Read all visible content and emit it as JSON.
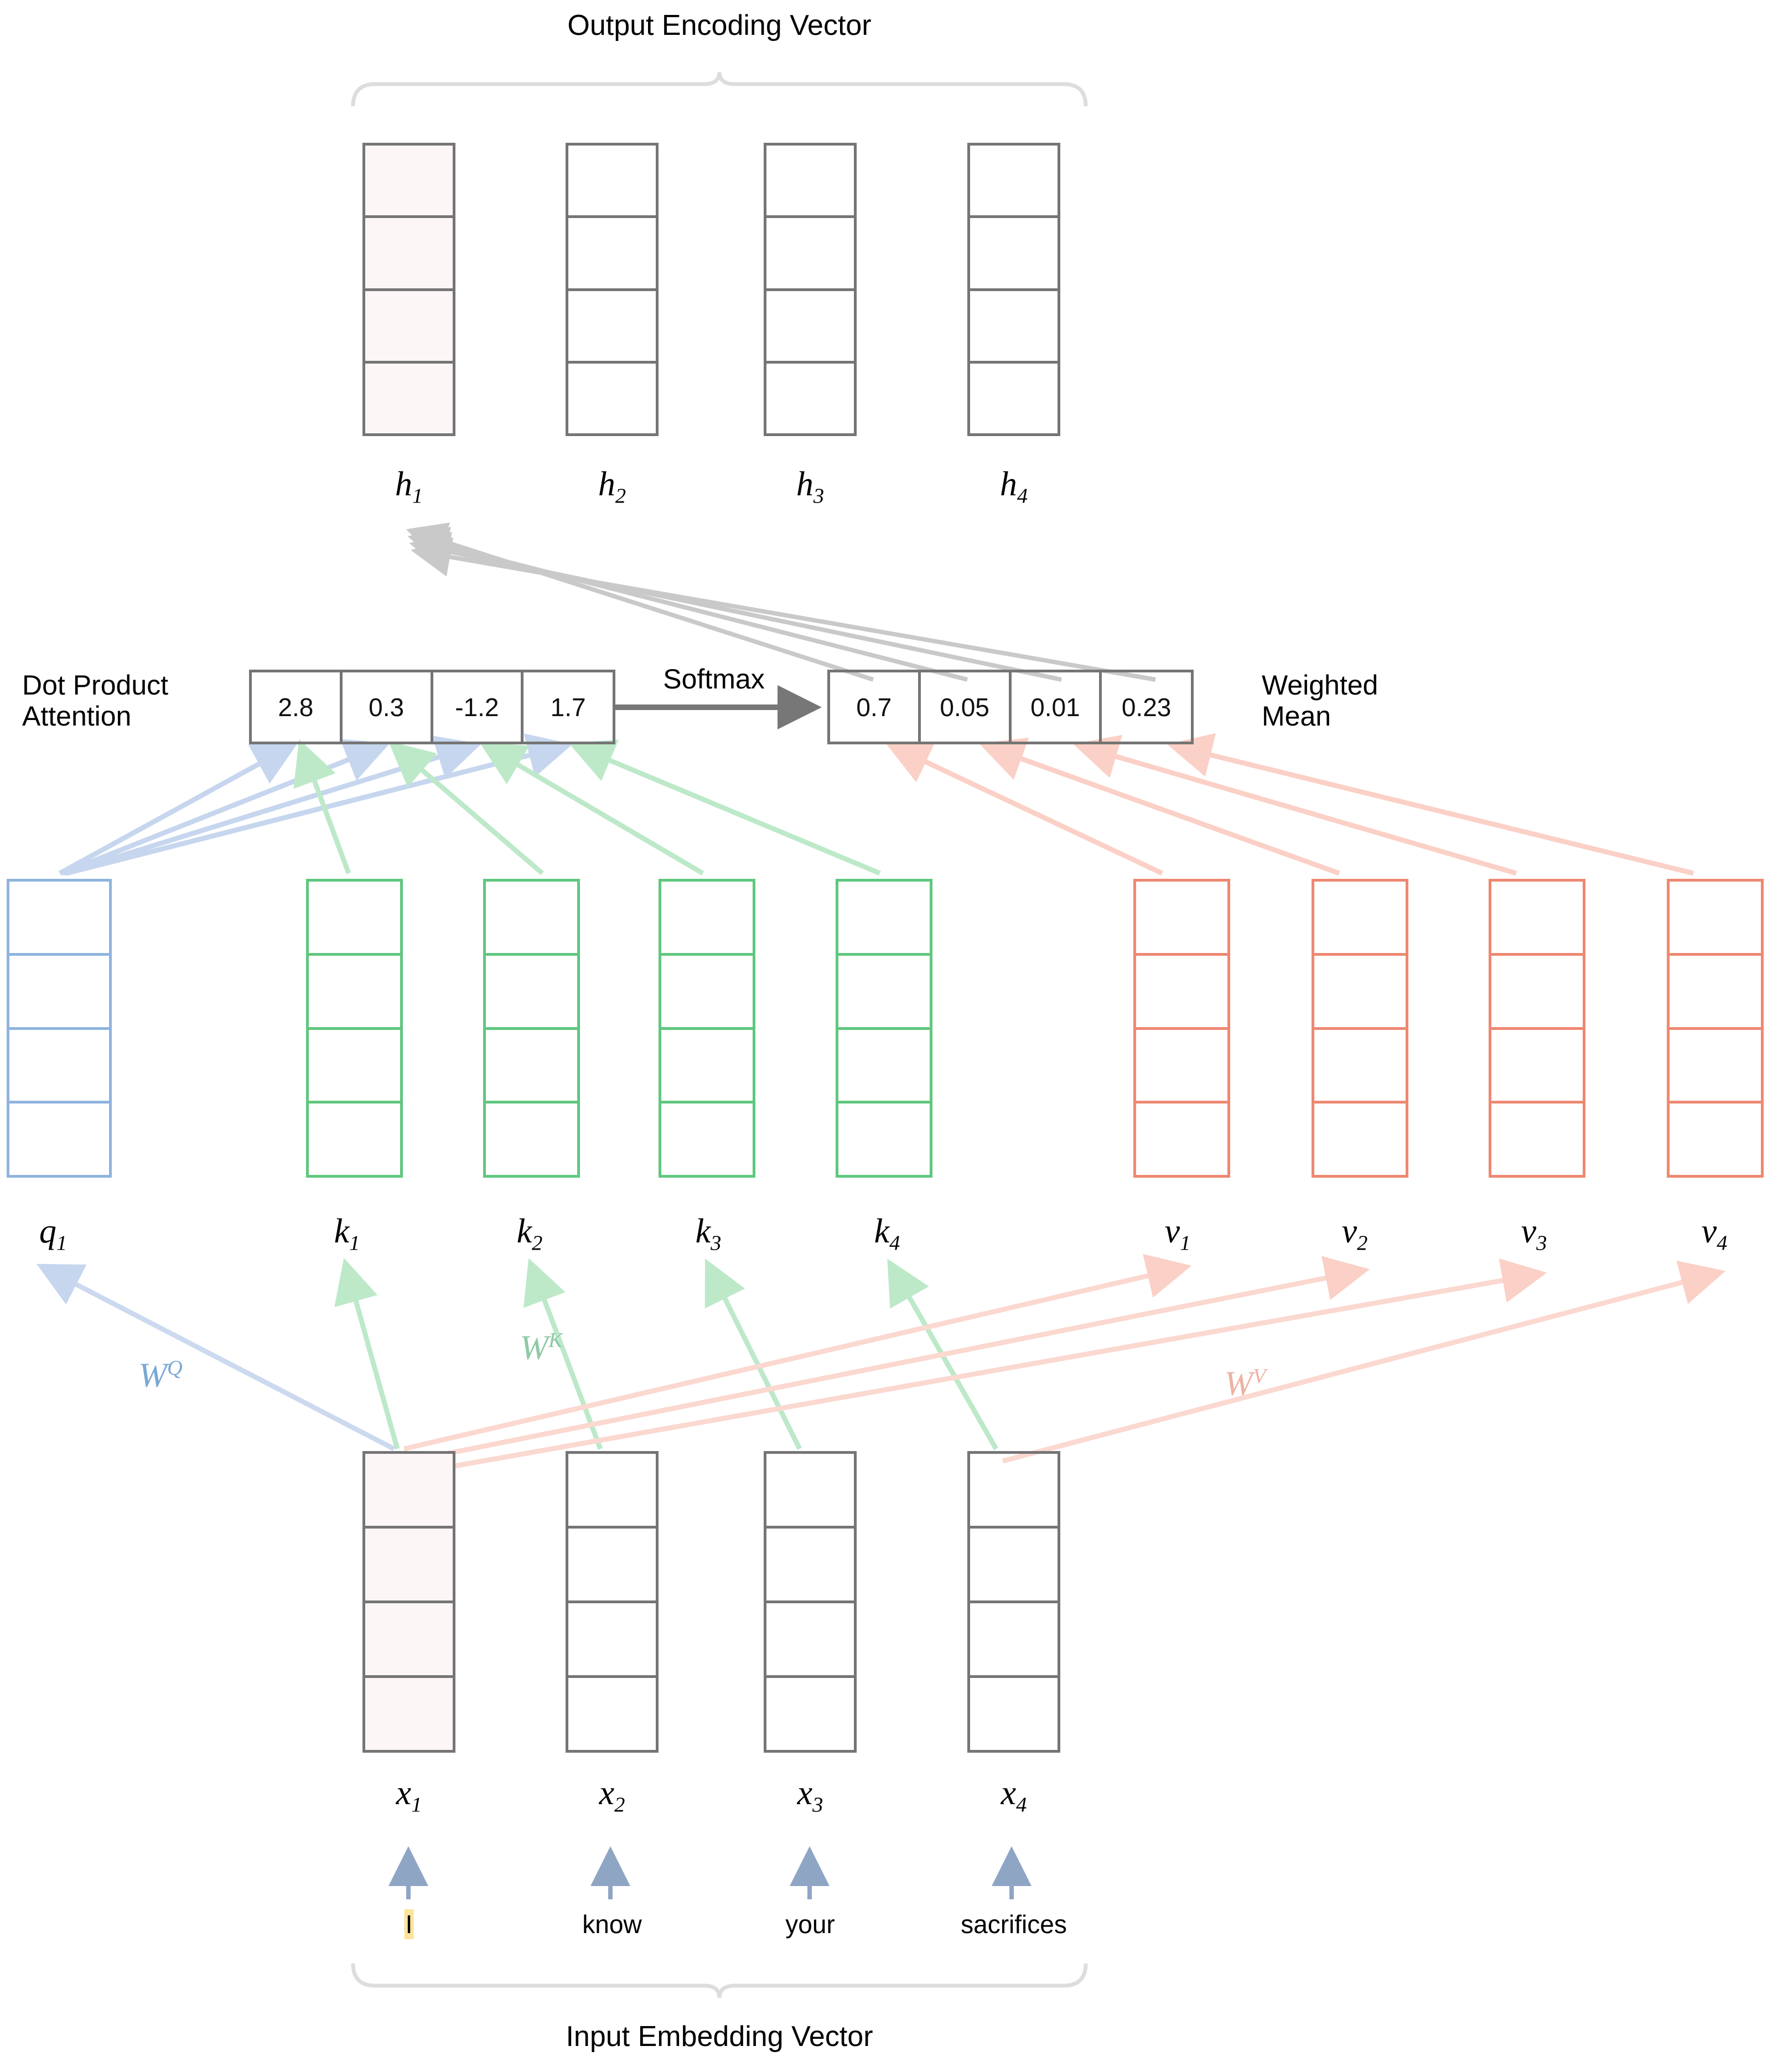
{
  "diagram": {
    "title_top": "Output Encoding Vector",
    "title_bottom": "Input Embedding Vector",
    "left_label_line1": "Dot Product",
    "left_label_line2": "Attention",
    "right_label_line1": "Weighted",
    "right_label_line2": "Mean",
    "softmax_label": "Softmax"
  },
  "output_vectors": [
    {
      "label_base": "h",
      "label_sub": "1",
      "highlighted": true
    },
    {
      "label_base": "h",
      "label_sub": "2",
      "highlighted": false
    },
    {
      "label_base": "h",
      "label_sub": "3",
      "highlighted": false
    },
    {
      "label_base": "h",
      "label_sub": "4",
      "highlighted": false
    }
  ],
  "attention_scores": {
    "name": "Dot Product Attention scores",
    "values": [
      "2.8",
      "0.3",
      "-1.2",
      "1.7"
    ]
  },
  "softmax_weights": {
    "name": "Softmax attention weights",
    "values": [
      "0.7",
      "0.05",
      "0.01",
      "0.23"
    ]
  },
  "query_vectors": [
    {
      "label_base": "q",
      "label_sub": "1"
    }
  ],
  "key_vectors": [
    {
      "label_base": "k",
      "label_sub": "1"
    },
    {
      "label_base": "k",
      "label_sub": "2"
    },
    {
      "label_base": "k",
      "label_sub": "3"
    },
    {
      "label_base": "k",
      "label_sub": "4"
    }
  ],
  "value_vectors": [
    {
      "label_base": "v",
      "label_sub": "1"
    },
    {
      "label_base": "v",
      "label_sub": "2"
    },
    {
      "label_base": "v",
      "label_sub": "3"
    },
    {
      "label_base": "v",
      "label_sub": "4"
    }
  ],
  "projection_matrices": [
    {
      "label_base": "W",
      "label_sup": "Q",
      "color": "#7aa8d4"
    },
    {
      "label_base": "W",
      "label_sup": "K",
      "color": "#8fc9a7"
    },
    {
      "label_base": "W",
      "label_sup": "V",
      "color": "#eeb2a3"
    }
  ],
  "input_vectors": [
    {
      "label_base": "x",
      "label_sub": "1",
      "word": "I",
      "highlighted": true
    },
    {
      "label_base": "x",
      "label_sub": "2",
      "word": "know",
      "highlighted": false
    },
    {
      "label_base": "x",
      "label_sub": "3",
      "word": "your",
      "highlighted": false
    },
    {
      "label_base": "x",
      "label_sub": "4",
      "word": "sacrifices",
      "highlighted": false
    }
  ],
  "colors": {
    "query": "#8fb4de",
    "key": "#5fc77e",
    "value": "#ee8871",
    "neutral": "#757575",
    "highlight_fill": "#fdf6f7",
    "word_highlight": "#fde49a",
    "arrow_gray": "#c9c9c9",
    "brace": "#dddddd"
  }
}
